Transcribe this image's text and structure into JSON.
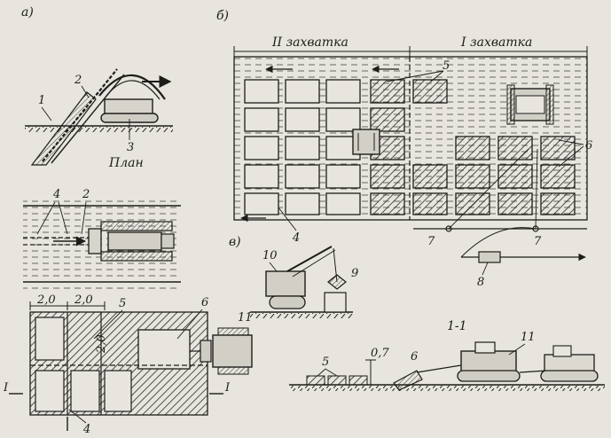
{
  "panels": {
    "a": "а)",
    "b": "б)",
    "v": "в)"
  },
  "headings": {
    "plan": "План",
    "zakhvatka_2": "II захватка",
    "zakhvatka_1": "I захватка",
    "section": "1-1"
  },
  "dimensions": {
    "d1": "2,0",
    "d2": "2,0",
    "d3": "2,0",
    "depth": "0,7"
  },
  "section_marks": {
    "left": "I",
    "right": "I"
  },
  "callouts": {
    "n1": "1",
    "n2": "2",
    "n3": "3",
    "n2b": "2",
    "n4a": "4",
    "n5a": "5",
    "n6a": "6",
    "n11a": "11",
    "n4b": "4",
    "n5b": "5",
    "n6b": "6",
    "n4c": "4",
    "n7a": "7",
    "n7b": "7",
    "n8": "8",
    "n10": "10",
    "n9": "9",
    "n5c": "5",
    "n6c": "6",
    "n11b": "11"
  }
}
